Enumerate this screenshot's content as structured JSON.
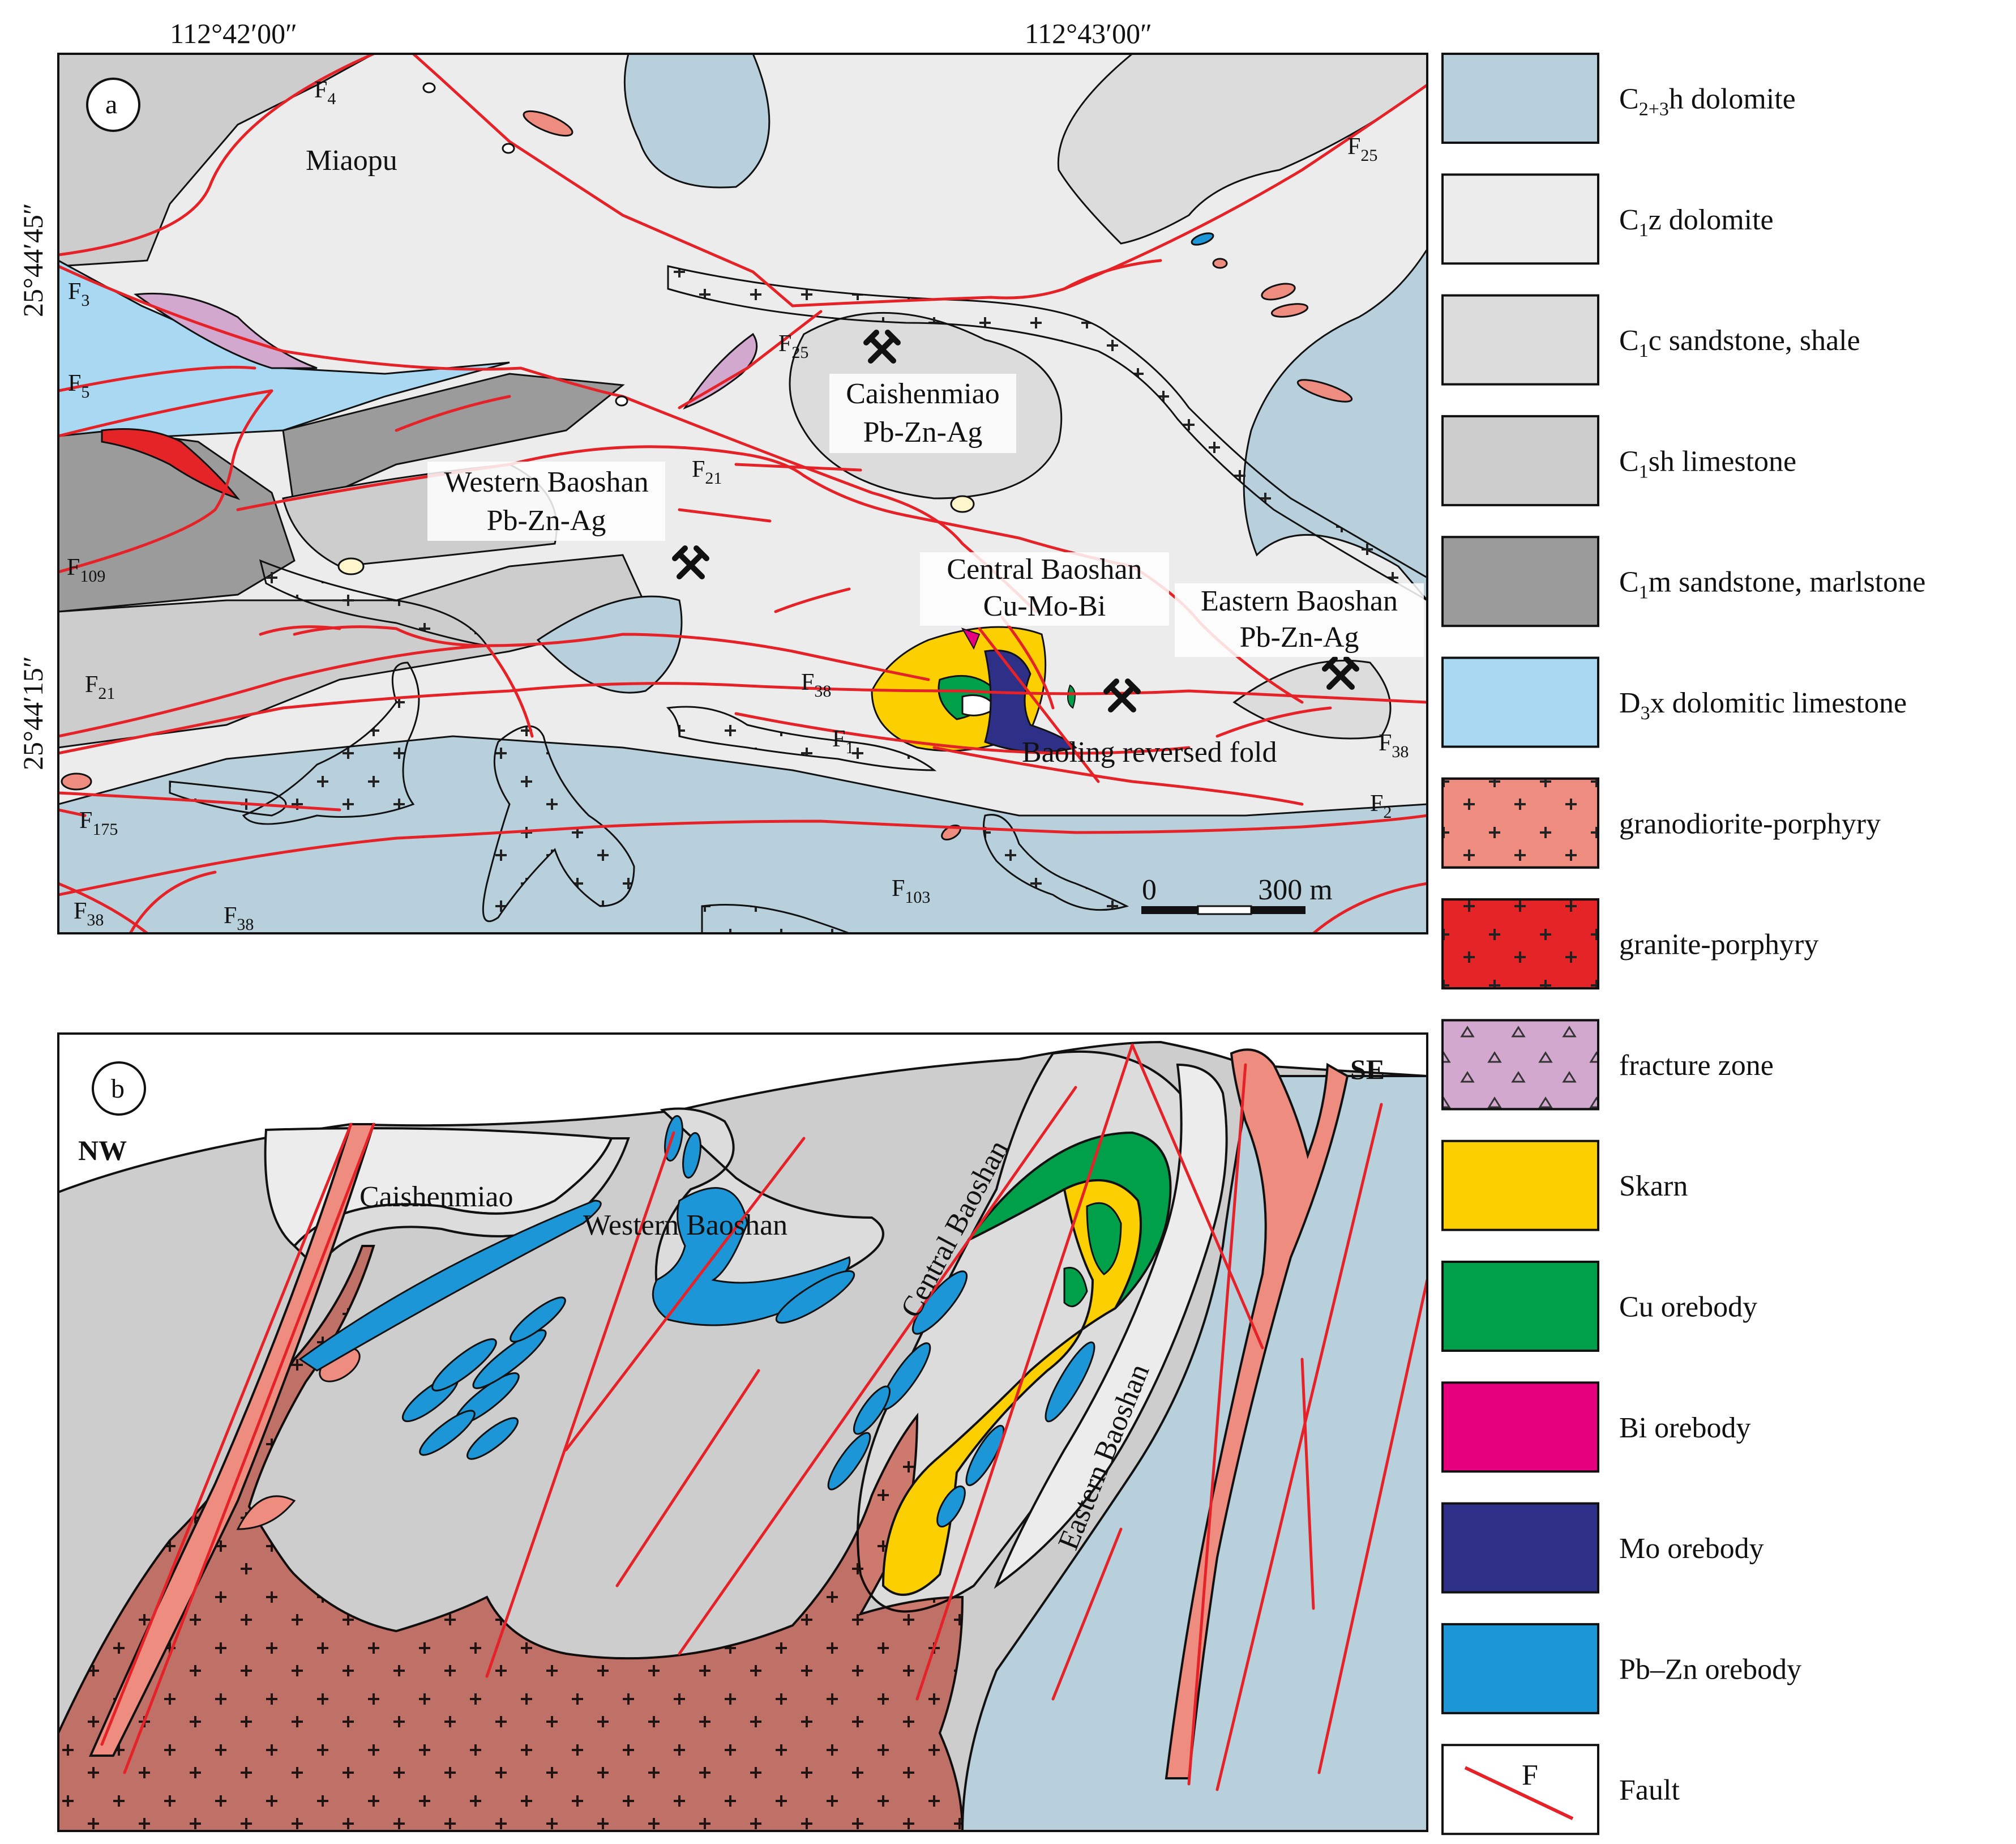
{
  "coords": {
    "lon_left": "112°42′00″",
    "lon_right": "112°43′00″",
    "lat_top": "25°44′45″",
    "lat_bottom": "25°44′15″"
  },
  "panel_a": {
    "letter": "a",
    "places": {
      "miaopu": "Miaopu",
      "caishen_1": "Caishenmiao",
      "caishen_2": "Pb-Zn-Ag",
      "western_1": "Western Baoshan",
      "western_2": "Pb-Zn-Ag",
      "central_1": "Central Baoshan",
      "central_2": "Cu-Mo-Bi",
      "eastern_1": "Eastern Baoshan",
      "eastern_2": "Pb-Zn-Ag",
      "fold": "Baoling reversed fold"
    },
    "faults": {
      "f4": "4",
      "f25a": "25",
      "f3": "3",
      "f5": "5",
      "f25b": "25",
      "f21a": "21",
      "f109": "109",
      "f21b": "21",
      "f38a": "38",
      "f1": "1",
      "f38b": "38",
      "f175": "175",
      "f2": "2",
      "f103": "103",
      "f38c": "38",
      "f38d": "38"
    },
    "scale": {
      "zero": "0",
      "length": "300 m"
    }
  },
  "panel_b": {
    "letter": "b",
    "nw": "NW",
    "se": "SE",
    "caishen": "Caishenmiao",
    "western": "Western Baoshan",
    "central": "Central Baoshan",
    "eastern": "Eastern Baoshan"
  },
  "legend": [
    {
      "id": "c23h",
      "color": "#b8cfdc",
      "pattern": "none",
      "label": "h dolomite",
      "sub": "2+3"
    },
    {
      "id": "c1z",
      "color": "#ececec",
      "pattern": "none",
      "label": "z dolomite",
      "sub": "1"
    },
    {
      "id": "c1c",
      "color": "#dcdcdc",
      "pattern": "none",
      "label": "c sandstone, shale",
      "sub": "1"
    },
    {
      "id": "c1sh",
      "color": "#cdcdcd",
      "pattern": "none",
      "label": "sh limestone",
      "sub": "1"
    },
    {
      "id": "c1m",
      "color": "#9b9b9b",
      "pattern": "none",
      "label": "m sandstone, marlstone",
      "sub": "1"
    },
    {
      "id": "d3x",
      "color": "#a8d8f2",
      "pattern": "none",
      "label": "x dolomitic limestone",
      "sub": "3"
    },
    {
      "id": "granodiorite",
      "color": "#ee8c80",
      "pattern": "cross",
      "label": "granodiorite-porphyry"
    },
    {
      "id": "granite",
      "color": "#e52428",
      "pattern": "cross",
      "label": "granite-porphyry"
    },
    {
      "id": "fracture",
      "color": "#d3a8cf",
      "pattern": "triangle",
      "label": "fracture zone"
    },
    {
      "id": "skarn",
      "color": "#fcd000",
      "pattern": "none",
      "label": "Skarn"
    },
    {
      "id": "cu",
      "color": "#00a04b",
      "pattern": "none",
      "label": "Cu orebody"
    },
    {
      "id": "bi",
      "color": "#e6007e",
      "pattern": "none",
      "label": "Bi orebody"
    },
    {
      "id": "mo",
      "color": "#2e2f86",
      "pattern": "none",
      "label": "Mo orebody"
    },
    {
      "id": "pbzn",
      "color": "#1d96d7",
      "pattern": "none",
      "label": "Pb–Zn orebody"
    },
    {
      "id": "fault",
      "color": "#e42227",
      "pattern": "line",
      "label": "Fault",
      "symbol": "F"
    }
  ],
  "legend_prefix": {
    "c": "C",
    "d": "D"
  }
}
